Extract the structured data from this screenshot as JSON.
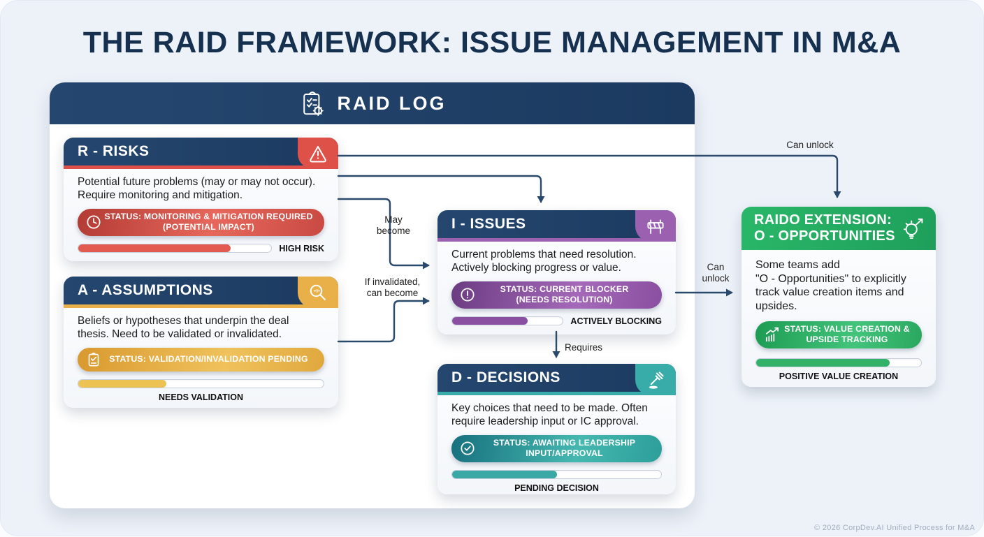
{
  "page": {
    "title": "THE RAID FRAMEWORK: ISSUE MANAGEMENT IN M&A",
    "footer": "© 2026 CorpDev.AI Unified Process for M&A",
    "background": "#edf1f8"
  },
  "colors": {
    "navy": "#1e3a5e",
    "red": "#dd5148",
    "gold": "#e9b04a",
    "purple": "#9c60b0",
    "teal": "#38aca8",
    "green": "#27b168",
    "wire": "#2a4a6d"
  },
  "raid_log": {
    "title": "RAID LOG",
    "icon": "clipboard-gear-icon"
  },
  "cards": {
    "risks": {
      "title": "R - RISKS",
      "badge_icon": "warning-triangle-icon",
      "description": "Potential future problems (may or may not occur).\nRequire monitoring and mitigation.",
      "status_icon": "clock-icon",
      "status_label": "STATUS: MONITORING & MITIGATION REQUIRED\n(POTENTIAL IMPACT)",
      "progress_percent": 79,
      "progress_label": "HIGH RISK"
    },
    "assumptions": {
      "title": "A - ASSUMPTIONS",
      "badge_icon": "magnifier-icon",
      "description": "Beliefs or hypotheses that underpin the deal\nthesis. Need to be validated or invalidated.",
      "status_icon": "clipboard-check-icon",
      "status_label": "STATUS: VALIDATION/INVALIDATION PENDING",
      "progress_percent": 36,
      "progress_label": "NEEDS VALIDATION"
    },
    "issues": {
      "title": "I - ISSUES",
      "badge_icon": "roadblock-icon",
      "description": "Current problems that need resolution.\nActively blocking progress or value.",
      "status_icon": "exclamation-circle-icon",
      "status_label": "STATUS: CURRENT BLOCKER\n(NEEDS RESOLUTION)",
      "progress_percent": 68,
      "progress_label": "ACTIVELY BLOCKING"
    },
    "decisions": {
      "title": "D - DECISIONS",
      "badge_icon": "gavel-icon",
      "description": "Key choices that need to be made. Often\nrequire leadership input or IC approval.",
      "status_icon": "check-circle-icon",
      "status_label": "STATUS: AWAITING LEADERSHIP\nINPUT/APPROVAL",
      "progress_percent": 50,
      "progress_label": "PENDING DECISION"
    },
    "opportunities": {
      "title_line1": "RAIDO EXTENSION:",
      "title_line2": "O - OPPORTUNITIES",
      "badge_icon": "lightbulb-arrow-icon",
      "description": "Some teams add\n\"O - Opportunities\" to explicitly track value creation items and upsides.",
      "status_icon": "growth-chart-icon",
      "status_label": "STATUS: VALUE CREATION &\nUPSIDE TRACKING",
      "progress_percent": 81,
      "progress_label": "POSITIVE VALUE CREATION"
    }
  },
  "connectors": {
    "risks_to_opportunities_label": "Can unlock",
    "risks_to_issues_label": "May\nbecome",
    "assumptions_to_issues_label": "If invalidated,\ncan become",
    "issues_to_opportunities_label": "Can\nunlock",
    "issues_to_decisions_label": "Requires"
  }
}
